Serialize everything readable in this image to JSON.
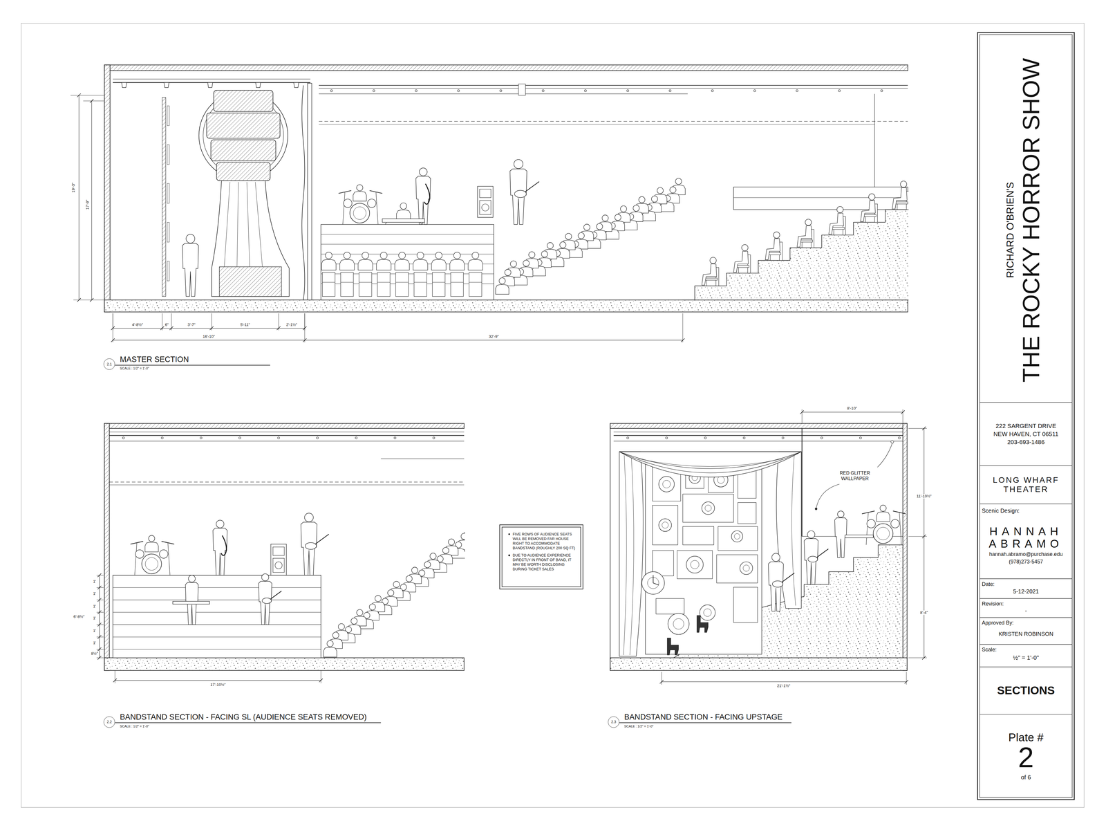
{
  "diagram": {
    "nodes": [
      {
        "text": [
          "2.1"
        ]
      },
      {
        "text": [
          "2.2"
        ]
      },
      {
        "text": [
          "FIVE ROWS OF AUDIENCE SEATS WILL BE REMOVED FAR HOUSE RIGHT TO ACCOMMODATE BANDSTAND (ROUGHLY 200 SQ FT)",
          "DUE TO AUDIENCE EXPERIENCE DIRECTLY IN FRONT OF BAND, IT MAY BE WORTH DISCLOSING DURING TICKET SALES"
        ]
      },
      {
        "text": [
          "2.3"
        ]
      },
      {
        "text": [
          "RICHARD O'BRIEN'S",
          "THE ROCKY HORROR SHOW"
        ]
      },
      {
        "text": [
          "222 SARGENT DRIVE NEW HAVEN, CT 06511 203-693-1486"
        ]
      },
      {
        "text": [
          "LONG WHARF THEATER"
        ]
      },
      {
        "text": [
          "Scenic Design:",
          "HANNAH ABRAMO",
          "hannah.abramo@purchase.edu",
          "(978)273-5457"
        ]
      },
      {
        "text": [
          "Date:",
          "5-12-2021"
        ]
      },
      {
        "text": [
          "Revision:",
          "-"
        ]
      },
      {
        "text": [
          "Approved By:",
          "KRISTEN ROBINSON"
        ]
      },
      {
        "text": [
          "Scale:",
          "½\" = 1'-0\""
        ]
      },
      {
        "text": [
          "SECTIONS"
        ]
      },
      {
        "text": [
          "Plate #",
          "2",
          "of 6"
        ]
      }
    ],
    "labels": [
      "MASTER SECTION",
      "SCALE : 1/2\" = 1'-0\"",
      "BANDSTAND SECTION - FACING SL (AUDIENCE SEATS REMOVED)",
      "SCALE : 1/2\" = 1'-0\"",
      "BANDSTAND SECTION - FACING UPSTAGE",
      "SCALE : 1/2\" = 1'-0\"",
      "19'-3\"",
      "17'-9\"",
      "4'-8½\"",
      "6\"",
      "3'-7\"",
      "5'-11\"",
      "2'-1½\"",
      "16'-10\"",
      "32'-9\"",
      "1'",
      "1'",
      "1'",
      "1'",
      "1'",
      "1'",
      "8½\"",
      "6'-8½\"",
      "17'-10½\"",
      "8'-10\"",
      "11'-10½\"",
      "8'-4\"",
      "21'-1½\"",
      "RED GLITTER WALLPAPER"
    ]
  }
}
